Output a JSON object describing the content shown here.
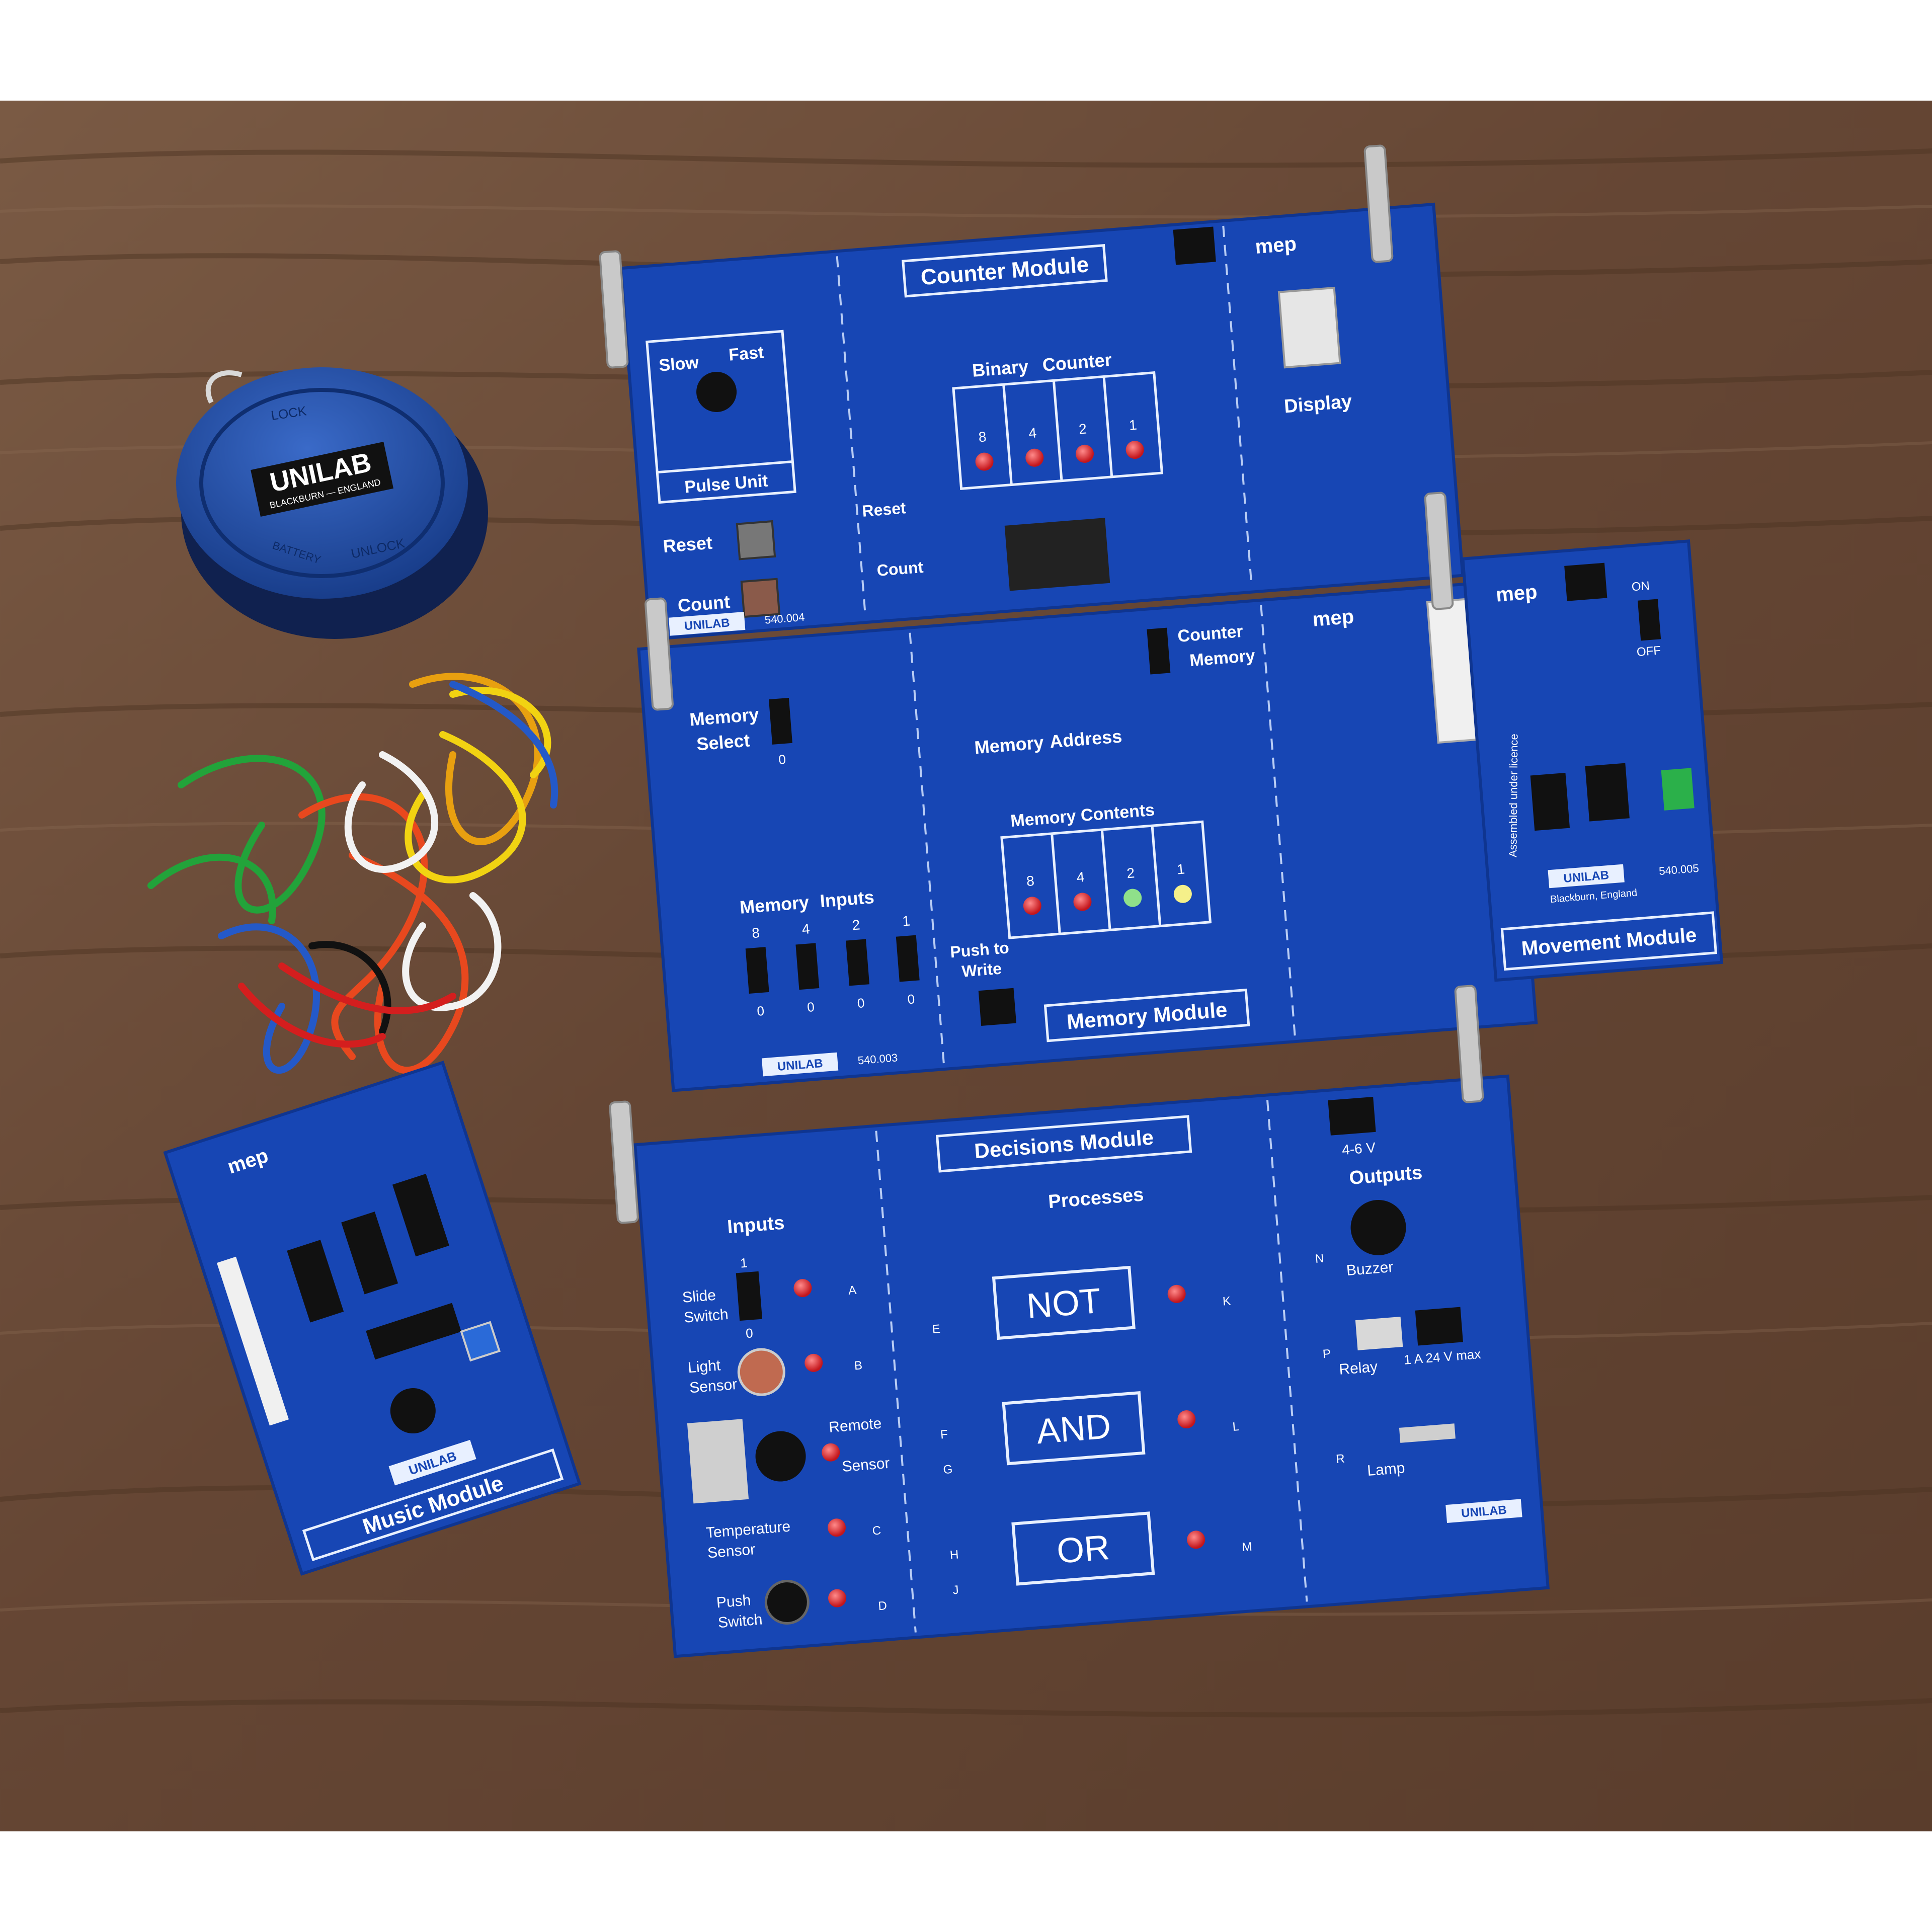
{
  "colors": {
    "board": "#1746b4",
    "board_dark": "#0f3590",
    "wood": "#6f4f3a",
    "wood_dark": "#4a3123",
    "line": "#e8f0ff",
    "led": "#e8242a",
    "clip": "#c9c9c9"
  },
  "battery": {
    "brand": "UNILAB",
    "origin": "BLACKBURN — ENGLAND",
    "lock": "LOCK",
    "unlock": "UNLOCK",
    "battery": "BATTERY"
  },
  "counter_module": {
    "title": "Counter Module",
    "pulse_unit": "Pulse Unit",
    "slow": "Slow",
    "fast": "Fast",
    "binary": "Binary",
    "counter": "Counter",
    "display": "Display",
    "reset": "Reset",
    "reset2": "Reset",
    "count": "Count",
    "count2": "Count",
    "bits": [
      "8",
      "4",
      "2",
      "1"
    ],
    "brand": "UNILAB",
    "code": "540.004"
  },
  "memory_module": {
    "title": "Memory Module",
    "memory_select": [
      "Memory",
      "Select"
    ],
    "select_zero": "0",
    "memory_address": [
      "Memory",
      "Address"
    ],
    "memory_contents": [
      "Memory",
      "Contents"
    ],
    "memory_inputs": [
      "Memory",
      "Inputs"
    ],
    "push_to_write": [
      "Push to",
      "Write"
    ],
    "counter_memory": [
      "Counter",
      "Memory"
    ],
    "input_bits": [
      "8",
      "4",
      "2",
      "1"
    ],
    "zeros": [
      "0",
      "0",
      "0",
      "0"
    ],
    "content_bits": [
      "8",
      "4",
      "2",
      "1"
    ],
    "brand": "UNILAB",
    "code": "540.003"
  },
  "movement_module": {
    "title": "Movement Module",
    "on": "ON",
    "off": "OFF",
    "brand": "UNILAB",
    "origin": "Blackburn, England",
    "code": "540.005",
    "licence": "Assembled under licence"
  },
  "music_module": {
    "title": "Music Module",
    "brand": "UNILAB"
  },
  "mep_logo": "mep",
  "decisions_module": {
    "title": "Decisions Module",
    "inputs": "Inputs",
    "processes": "Processes",
    "outputs": "Outputs",
    "voltage": "4-6 V",
    "slide_switch": [
      "Slide",
      "Switch"
    ],
    "slide_one": "1",
    "slide_zero": "0",
    "light_sensor": [
      "Light",
      "Sensor"
    ],
    "remote_sensor": [
      "Remote",
      "Sensor"
    ],
    "temperature_sensor": [
      "Temperature",
      "Sensor"
    ],
    "push_switch": [
      "Push",
      "Switch"
    ],
    "gates": [
      "NOT",
      "AND",
      "OR"
    ],
    "input_letters": [
      "A",
      "B",
      "C",
      "D"
    ],
    "gate_in_letters": [
      "E",
      "F",
      "G",
      "H",
      "J"
    ],
    "gate_out_letters": [
      "K",
      "L",
      "M"
    ],
    "output_letters": [
      "N",
      "P",
      "R"
    ],
    "buzzer": "Buzzer",
    "relay": "Relay",
    "relay_rating": "1 A  24 V max",
    "lamp": "Lamp",
    "brand": "UNILAB"
  }
}
